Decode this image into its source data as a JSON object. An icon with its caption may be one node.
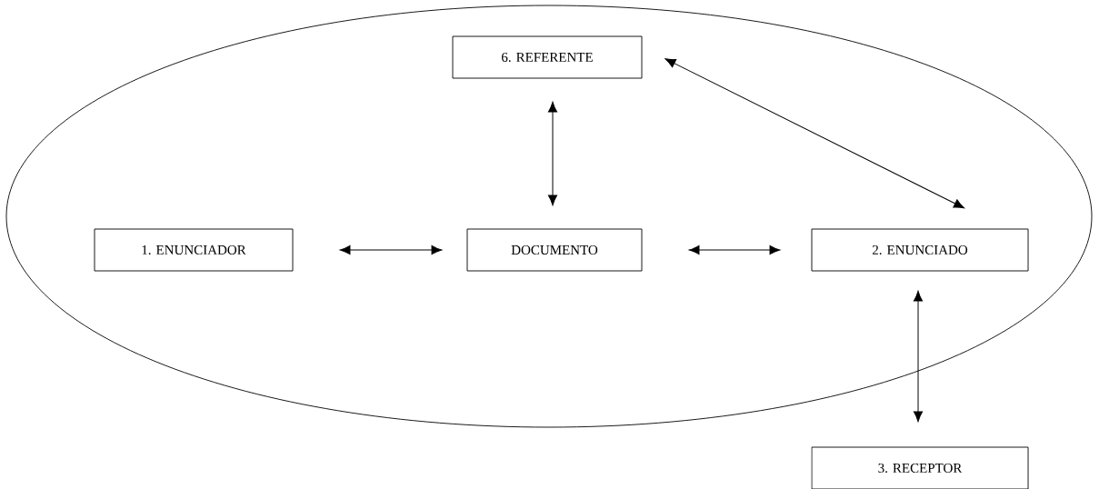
{
  "diagram": {
    "nodes": [
      {
        "text": [],
        "shape": "ellipse"
      },
      {
        "text": [
          "6. REFERENTE"
        ],
        "in": 0
      },
      {
        "text": [
          "1. ENUNCIADOR"
        ],
        "in": 0
      },
      {
        "text": [
          "DOCUMENTO"
        ],
        "in": 0
      },
      {
        "text": [
          "2. ENUNCIADO"
        ],
        "in": 0
      },
      {
        "text": [
          "3. RECEPTOR"
        ]
      }
    ],
    "edges": [
      {
        "from": 1,
        "to": 3,
        "arrow": "both"
      },
      {
        "from": 1,
        "to": 4,
        "arrow": "both"
      },
      {
        "from": 2,
        "to": 3,
        "arrow": "both"
      },
      {
        "from": 3,
        "to": 4,
        "arrow": "both"
      },
      {
        "from": 4,
        "to": 5,
        "arrow": "both"
      }
    ]
  }
}
